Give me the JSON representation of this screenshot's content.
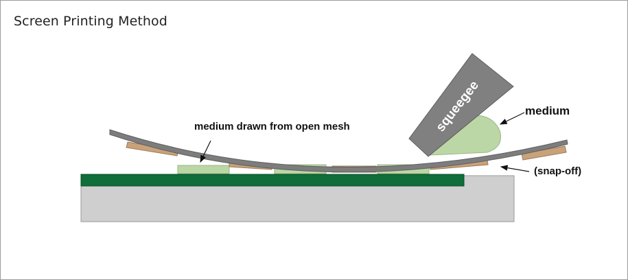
{
  "title": "Screen Printing Method",
  "labels": {
    "squeegee": "squeegee",
    "medium": "medium",
    "medium_drawn": "medium drawn from open mesh",
    "snap_off": "(snap-off)"
  },
  "colors": {
    "screen_frame": "#7d7d7d",
    "emulsion": "#c9a27a",
    "medium": "#bcd7a6",
    "substrate": "#0f6e3a",
    "base": "#cfcfcf",
    "squeegee": "#808080"
  }
}
